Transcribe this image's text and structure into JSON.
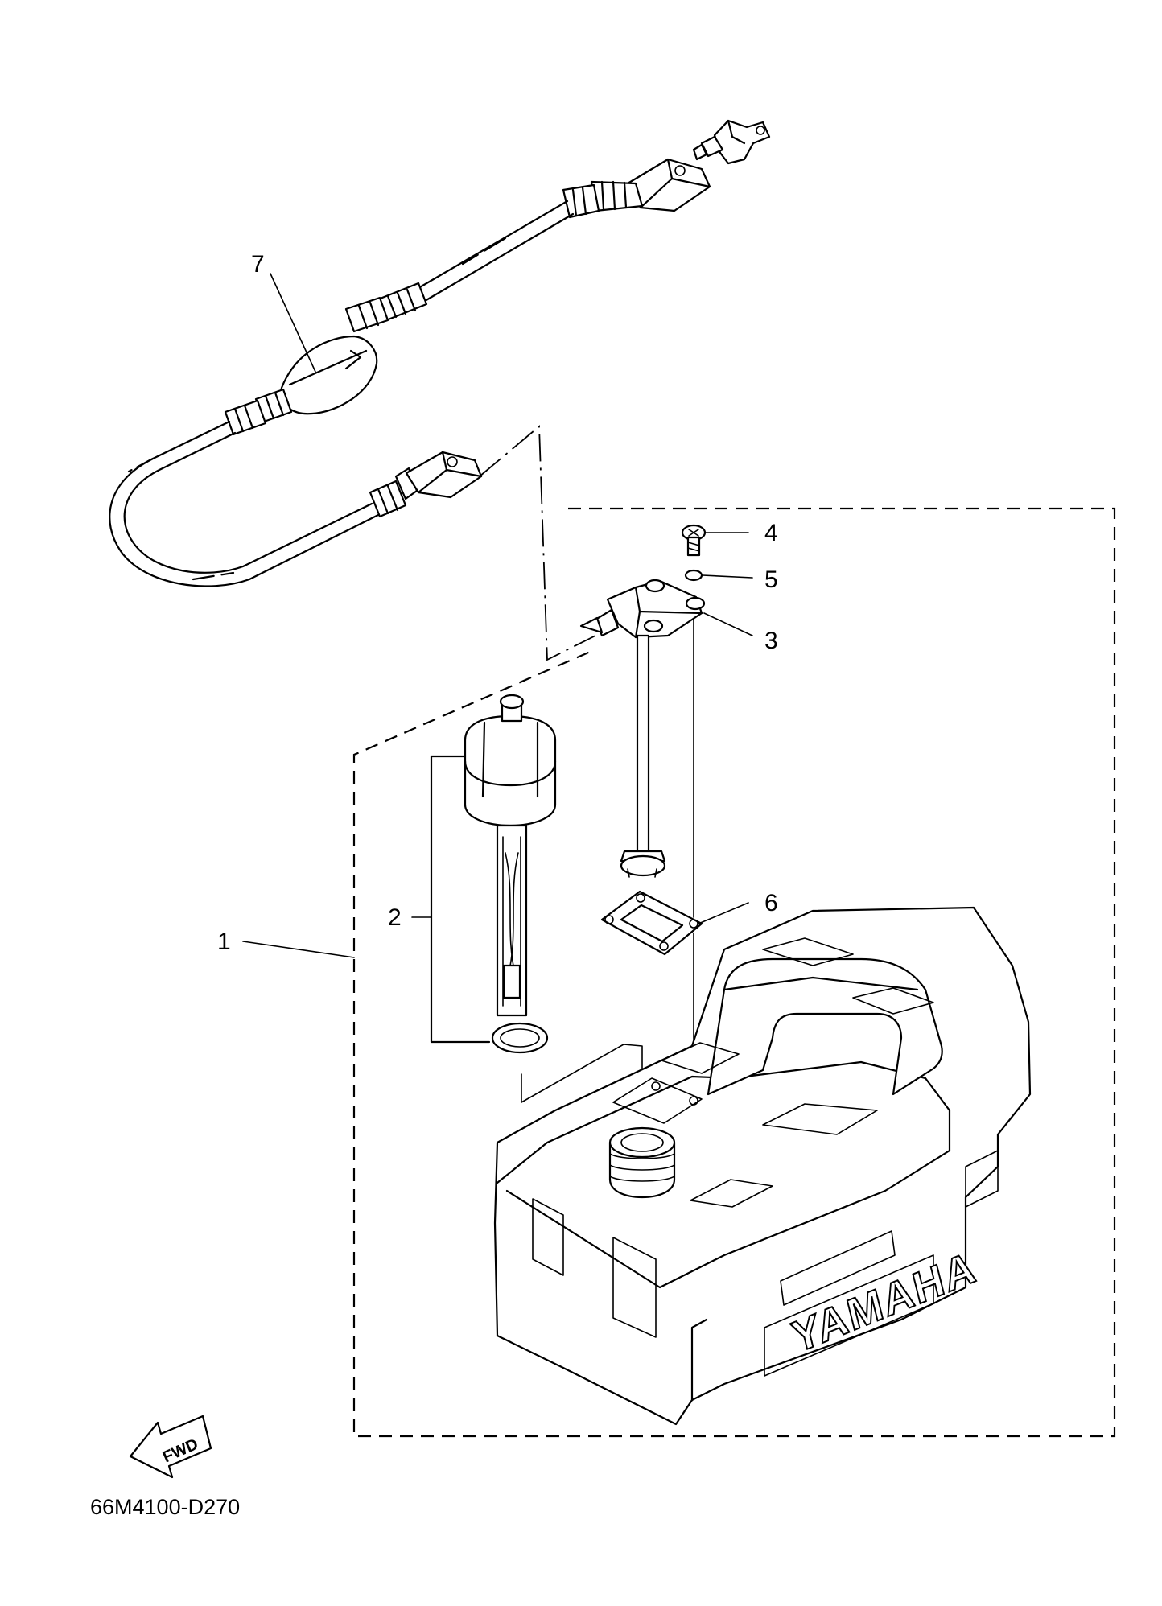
{
  "callouts": [
    {
      "number": "1"
    },
    {
      "number": "2"
    },
    {
      "number": "3"
    },
    {
      "number": "4"
    },
    {
      "number": "5"
    },
    {
      "number": "6"
    },
    {
      "number": "7"
    }
  ],
  "fwd_label": "FWD",
  "brand_mark": "YAMAHA",
  "reference_code": "66M4100-D270"
}
